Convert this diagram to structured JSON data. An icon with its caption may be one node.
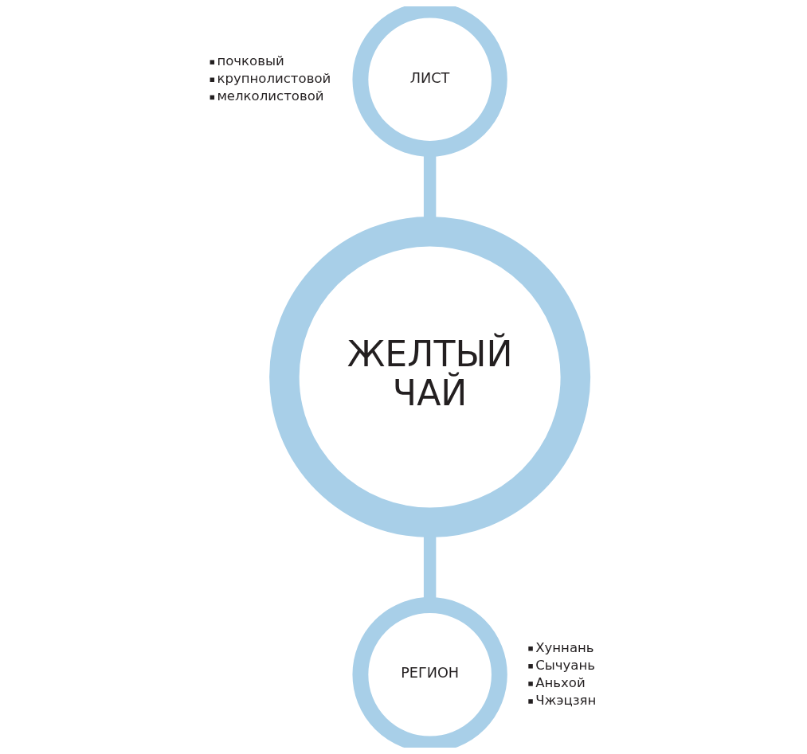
{
  "diagram": {
    "nodes": [
      {
        "text": [
          "ЖЕЛТЫЙ ЧАЙ"
        ]
      },
      {
        "text": [
          "ЛИСТ"
        ],
        "beside": [
          "почковый",
          "крупнолистовой",
          "мелколистовой"
        ]
      },
      {
        "text": [
          "РЕГИОН"
        ],
        "beside": [
          "Хуннань",
          "Сычуань",
          "Аньхой",
          "Чжэцзян"
        ]
      }
    ],
    "edges": [
      {
        "from": 2,
        "to": 0,
        "arrow": "none"
      },
      {
        "from": 0,
        "to": 1,
        "arrow": "none"
      }
    ]
  }
}
